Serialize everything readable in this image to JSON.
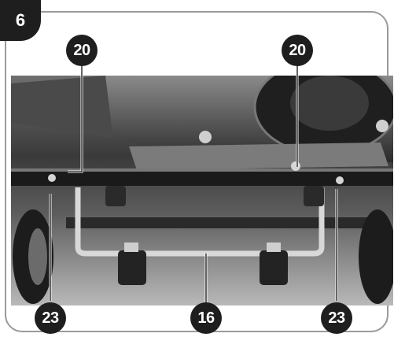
{
  "step": {
    "number": "6"
  },
  "callouts": {
    "top_left": "20",
    "top_right": "20",
    "bottom_left": "23",
    "bottom_center": "16",
    "bottom_right": "23"
  }
}
